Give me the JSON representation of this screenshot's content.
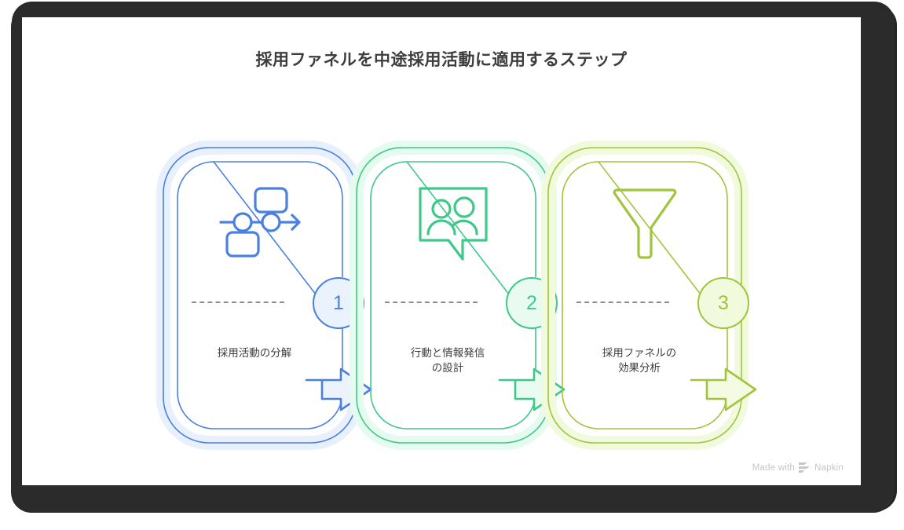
{
  "title": "採用ファネルを中途採用活動に適用するステップ",
  "theme": {
    "page_background": "#ffffff",
    "frame_color": "#2b2b2b",
    "title_color": "#3d3d3d",
    "divider_color": "#8d8d8d",
    "label_color": "#3f3f3f",
    "watermark_color": "#c6c6c6"
  },
  "steps": [
    {
      "number": "1",
      "label": "採用活動の分解",
      "icon": "flowchart-nodes-icon",
      "stroke": "#4a80e0",
      "band": "#e8f0fd",
      "badge_fill": "#eaf2fd",
      "arrow_fill": "#edf3fd"
    },
    {
      "number": "2",
      "label": "行動と情報発信\nの設計",
      "icon": "speech-bubble-people-icon",
      "stroke": "#3ec88a",
      "band": "#e5fbef",
      "badge_fill": "#e9fbf1",
      "arrow_fill": "#eafbf2"
    },
    {
      "number": "3",
      "label": "採用ファネルの\n効果分析",
      "icon": "funnel-icon",
      "stroke": "#a0c53c",
      "band": "#f1fadc",
      "badge_fill": "#f2fadd",
      "arrow_fill": "#f4fbe2"
    }
  ],
  "watermark": {
    "text_before": "Made with",
    "brand": "Napkin",
    "logo": "napkin-chevrons-icon"
  }
}
